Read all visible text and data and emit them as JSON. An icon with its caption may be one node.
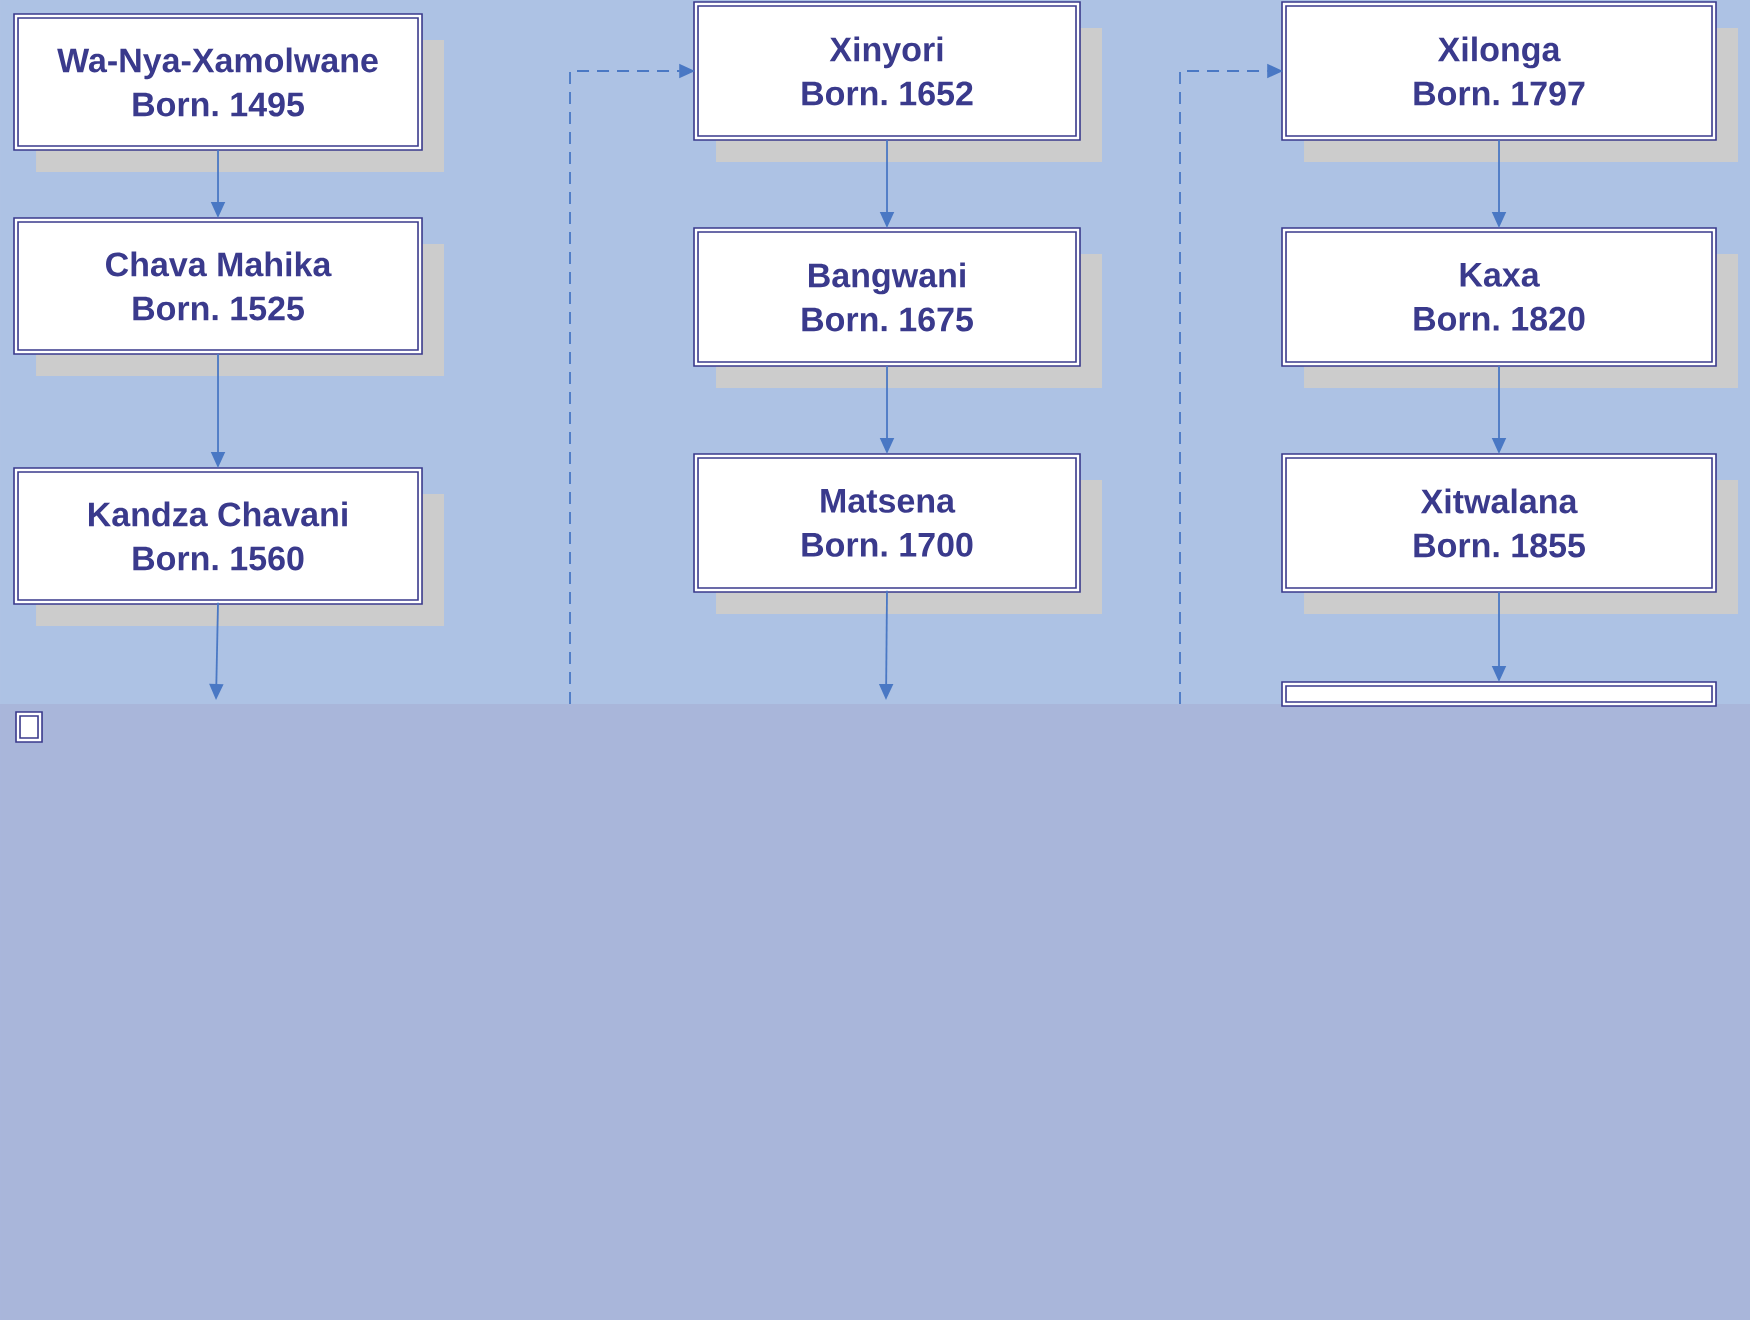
{
  "diagram": {
    "nodes": [
      {
        "text": [
          "Wa-Nya-Xamolwane",
          "Born. 1495"
        ]
      },
      {
        "text": [
          "Chava Mahika",
          "Born. 1525"
        ]
      },
      {
        "text": [
          "Kandza Chavani",
          "Born. 1560"
        ]
      },
      {
        "text": [
          "Xinyori",
          "Born. 1652"
        ]
      },
      {
        "text": [
          "Bangwani",
          "Born. 1675"
        ]
      },
      {
        "text": [
          "Matsena",
          "Born. 1700"
        ]
      },
      {
        "text": [
          "Xilonga",
          "Born. 1797"
        ]
      },
      {
        "text": [
          "Kaxa",
          "Born. 1820"
        ]
      },
      {
        "text": [
          "Xitwalana",
          "Born. 1855"
        ]
      },
      {
        "text": [],
        "shape": "box"
      },
      {
        "text": [],
        "shape": "box"
      }
    ],
    "edges": [
      {
        "from": 0,
        "to": 1,
        "arrow": "to"
      },
      {
        "from": 1,
        "to": 2,
        "arrow": "to"
      },
      {
        "from": 2,
        "to": null,
        "arrow": "to"
      },
      {
        "from": null,
        "to": 3,
        "arrow": "to",
        "style": "dashed"
      },
      {
        "from": 3,
        "to": 4,
        "arrow": "to"
      },
      {
        "from": 4,
        "to": 5,
        "arrow": "to"
      },
      {
        "from": 5,
        "to": null,
        "arrow": "to"
      },
      {
        "from": null,
        "to": 6,
        "arrow": "to",
        "style": "dashed"
      },
      {
        "from": 6,
        "to": 7,
        "arrow": "to"
      },
      {
        "from": 7,
        "to": 8,
        "arrow": "to"
      },
      {
        "from": 8,
        "to": 10,
        "arrow": "to"
      }
    ]
  }
}
